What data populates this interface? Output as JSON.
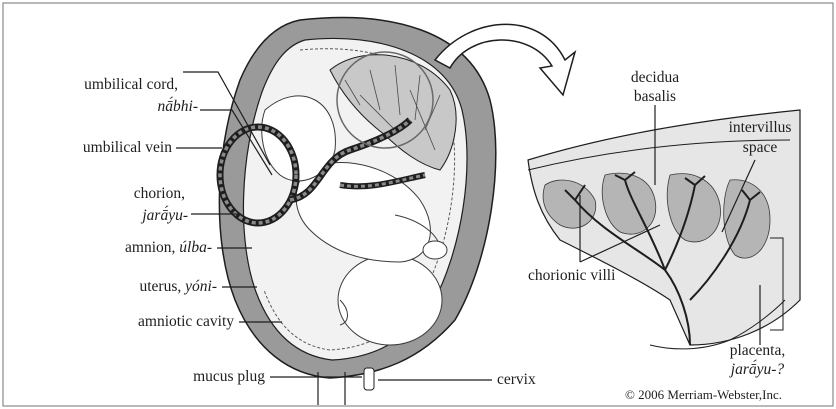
{
  "labels": {
    "umbilical_cord": "umbilical cord,",
    "umbilical_cord_skt": "nā́bhi-",
    "umbilical_vein": "umbilical vein",
    "chorion": "chorion,",
    "chorion_skt": "jarā́yu-",
    "amnion": "amnion,",
    "amnion_skt": "úlba-",
    "uterus": "uterus,",
    "uterus_skt": "yóni-",
    "amniotic_cavity": "amniotic cavity",
    "mucus_plug": "mucus plug",
    "cervix": "cervix",
    "decidua_line1": "decidua",
    "decidua_line2": "basalis",
    "intervillus_line1": "intervillus",
    "intervillus_line2": "space",
    "chorionic_villi": "chorionic villi",
    "placenta": "placenta,",
    "placenta_skt": "jarā́yu-?",
    "copyright": "© 2006 Merriam-Webster,Inc."
  },
  "colors": {
    "ink": "#1e1e1e",
    "uterus_wall": "#9a9a9a",
    "placenta_fill": "#c8c8c8",
    "frame": "#8a8a8a"
  }
}
